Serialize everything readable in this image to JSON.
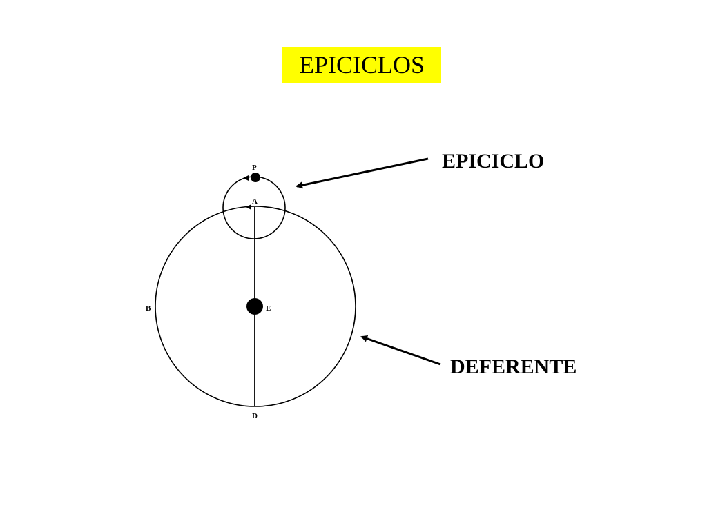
{
  "slide": {
    "title": "EPICICLOS",
    "title_background": "#ffff00"
  },
  "diagram": {
    "labels": {
      "planet": "P",
      "epicycle_center": "A",
      "earth": "E",
      "left_point": "B",
      "bottom_point": "D"
    },
    "callouts": {
      "epicycle": "EPICICLO",
      "deferent": "DEFERENTE"
    }
  },
  "colors": {
    "ink": "#000000",
    "background": "#ffffff"
  }
}
